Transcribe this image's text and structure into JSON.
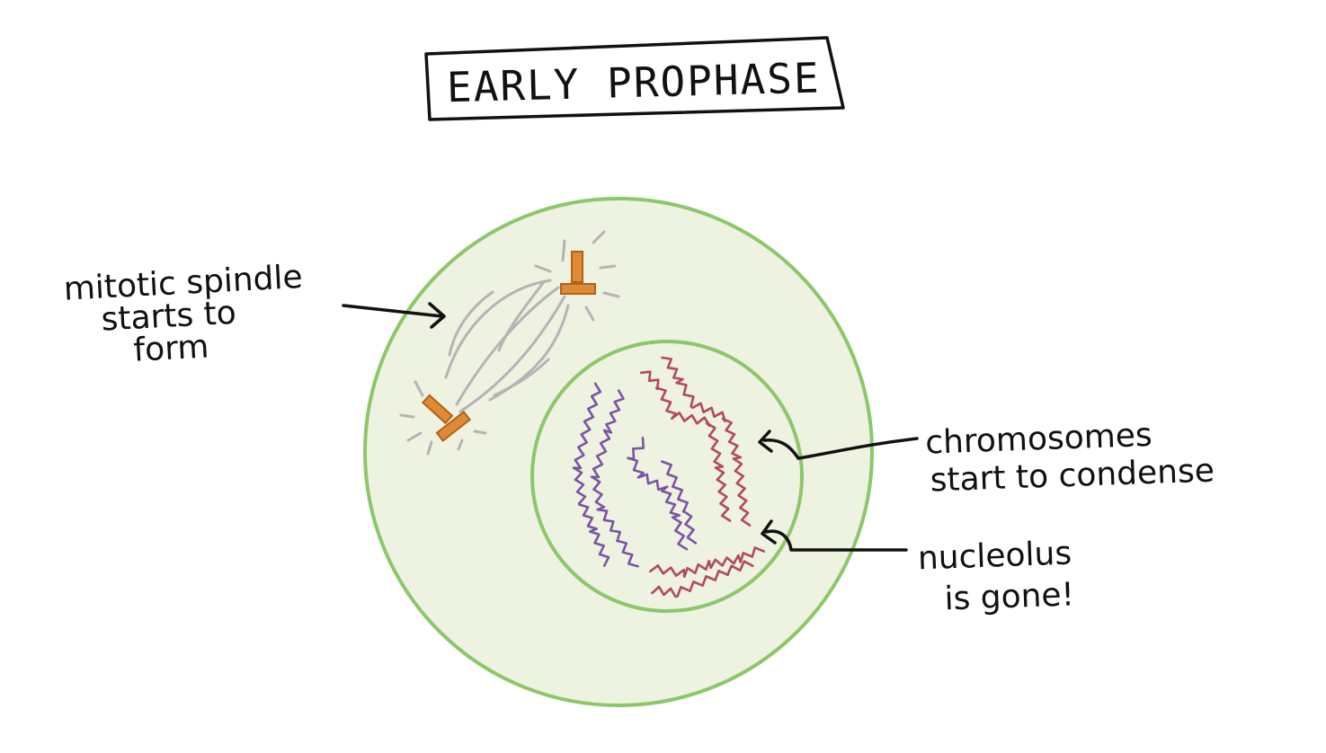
{
  "title": "EARLY PROPHASE",
  "labels": {
    "spindle": [
      "mitotic spindle",
      "starts to",
      "form"
    ],
    "chromosomes": [
      "chromosomes",
      "start to condense"
    ],
    "nucleolus": [
      "nucleolus",
      "is gone!"
    ]
  },
  "colors": {
    "cell_fill": "#eef2e1",
    "membrane": "#8cc76a",
    "spindle_fibers": "#b4b4b4",
    "centrosome": "#e08a35",
    "centrosome_outline": "#b0621a",
    "chromosome_red": "#b24960",
    "chromosome_purple": "#7a55a3",
    "ink": "#111111"
  }
}
